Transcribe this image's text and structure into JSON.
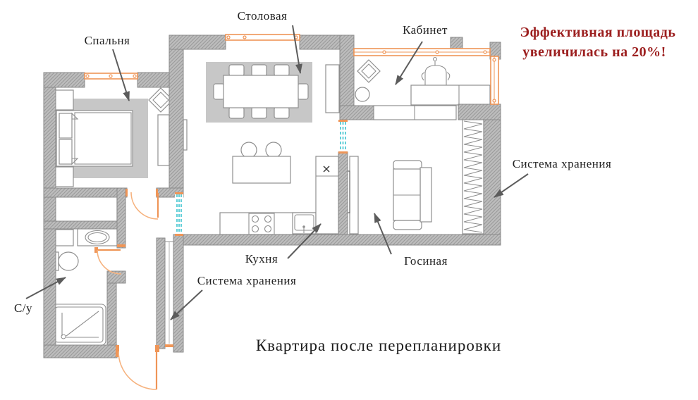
{
  "title": "Квартира после перепланировки",
  "callout": {
    "line1": "Эффективная площадь",
    "line2": "увеличилась на 20%!"
  },
  "rooms": {
    "bedroom": "Спальня",
    "dining": "Столовая",
    "office": "Кабинет",
    "storage_right": "Система хранения",
    "kitchen": "Кухня",
    "living": "Госиная",
    "storage_hall": "Система хранения",
    "bathroom": "С/у"
  },
  "colors": {
    "wall_fill": "#bdbdbd",
    "wall_hatch": "#9a9a9a",
    "window_accent": "#ef9557",
    "door_accent": "#f6b27e",
    "sliding_door_accent": "#3cc3cf",
    "rug": "#c7c7c7",
    "callout_text": "#9c1f1f",
    "label_text": "#232323",
    "arrow": "#5c5c5c"
  }
}
